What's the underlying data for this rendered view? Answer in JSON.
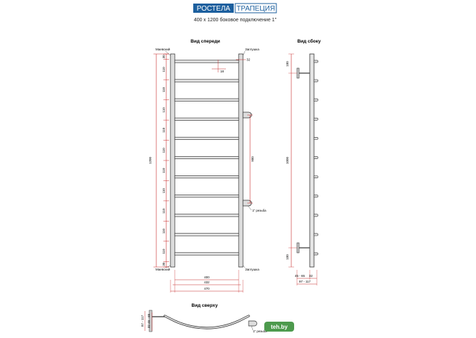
{
  "header": {
    "brand": "РОСТЕЛА",
    "model": "ТРАПЕЦИЯ",
    "subtitle": "400 х 1200 боковое подключение 1\""
  },
  "front": {
    "title": "Вид спереди",
    "label_mayevsky_top": "Маевский",
    "label_mayevsky_bottom": "Маевский",
    "label_cap_top": "Заглушка",
    "label_cap_bottom": "Заглушка",
    "label_thread": "1\" резьба",
    "left_segments": [
      "30",
      "110",
      "110",
      "110",
      "110",
      "110",
      "110",
      "110",
      "110",
      "110",
      "110",
      "30"
    ],
    "total_height": "1200",
    "center_distance": "900",
    "top_offset": "32",
    "rung_offset": "18",
    "widths": [
      "400",
      "432",
      "470"
    ]
  },
  "side": {
    "title": "Вид сбоку",
    "top_dim": "100",
    "mid_dim": "1000",
    "bottom_dim": "100",
    "depth_range": "45 - 65",
    "offset_small": "32",
    "total_depth": "97 - 117"
  },
  "top": {
    "title": "Вид сверху",
    "dims": [
      "97 - 117",
      "32 45 - 65"
    ],
    "label_thread": "1\" резьба"
  },
  "watermark": "teh.by"
}
